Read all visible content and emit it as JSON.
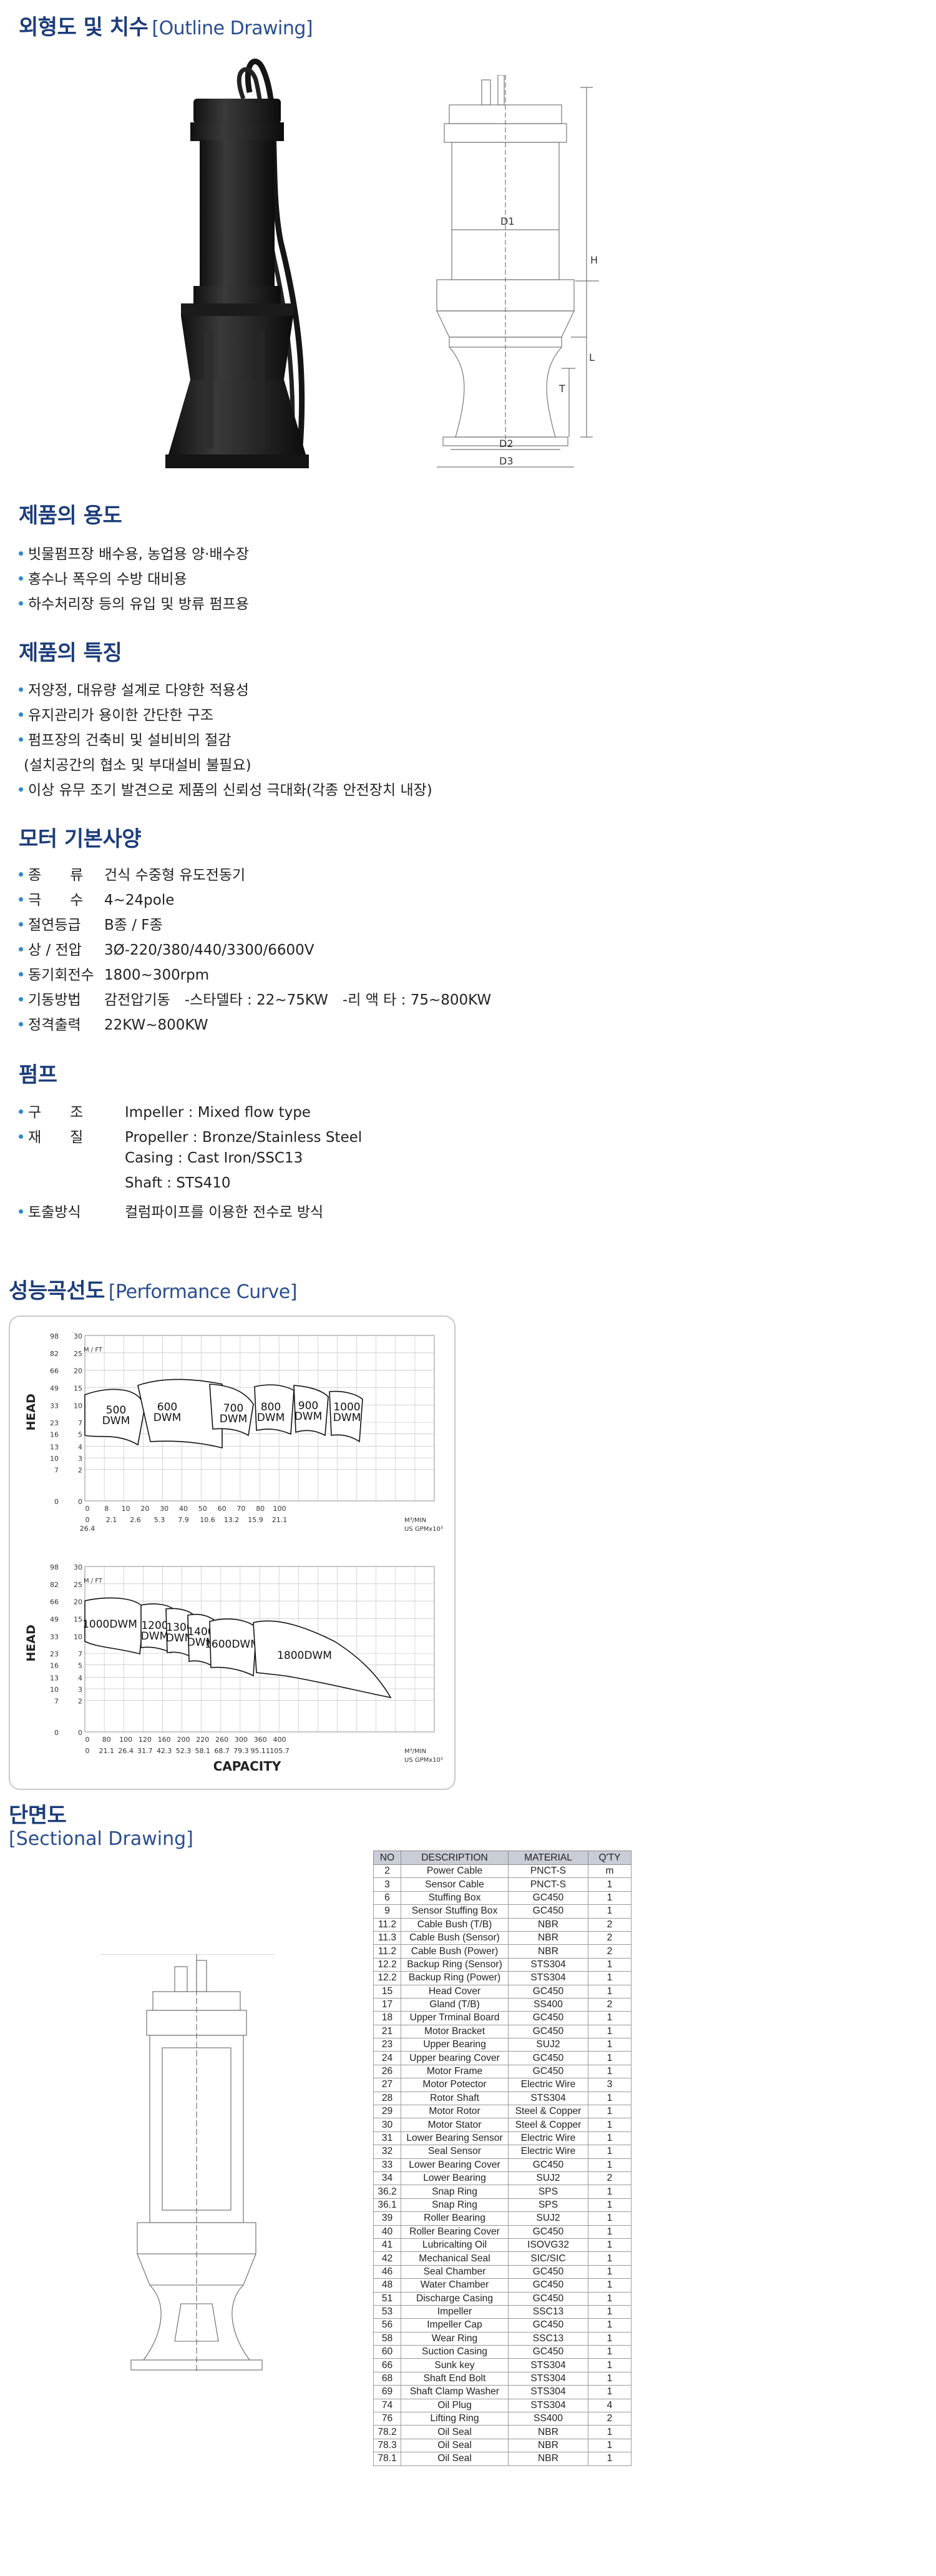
{
  "outline": {
    "title": "외형도 및 치수",
    "title_en": "[Outline Drawing]",
    "dims": {
      "d1": "D1",
      "d2": "D2",
      "d3": "D3",
      "h": "H",
      "l": "L",
      "t": "T"
    }
  },
  "usage": {
    "title": "제품의 용도",
    "items": [
      "빗물펌프장 배수용, 농업용 양·배수장",
      "홍수나 폭우의 수방 대비용",
      "하수처리장 등의 유입 및 방류 펌프용"
    ]
  },
  "features": {
    "title": "제품의 특징",
    "items": [
      "저양정, 대유량 설계로 다양한 적용성",
      "유지관리가 용이한 간단한 구조",
      "펌프장의 건축비 및 설비비의 절감",
      "(설치공간의 협소 및 부대설비 불필요)",
      "이상 유무 조기 발견으로 제품의 신뢰성 극대화(각종 안전장치 내장)"
    ]
  },
  "motor": {
    "title": "모터 기본사양",
    "rows": [
      {
        "label": "종　　류",
        "value": "건식 수중형 유도전동기"
      },
      {
        "label": "극　　수",
        "value": "4~24pole"
      },
      {
        "label": "절연등급",
        "value": "B종 / F종"
      },
      {
        "label": "상 / 전압",
        "value": "3Ø-220/380/440/3300/6600V"
      },
      {
        "label": "동기회전수",
        "value": "1800~300rpm"
      },
      {
        "label": "기동방법",
        "value": "감전압기동　-스타델타 : 22~75KW　-리 액 타 : 75~800KW"
      },
      {
        "label": "정격출력",
        "value": "22KW~800KW"
      }
    ]
  },
  "pump": {
    "title": "펌프",
    "rows": [
      {
        "label": "구　　조",
        "value": "Impeller : Mixed flow type"
      },
      {
        "label": "재　　질",
        "value": "Propeller : Bronze/Stainless Steel"
      },
      {
        "label": "",
        "value": "Casing : Cast Iron/SSC13"
      },
      {
        "label": "",
        "value": "Shaft : STS410"
      },
      {
        "label": "토출방식",
        "value": "컬럼파이프를 이용한 전수로 방식"
      }
    ]
  },
  "performance": {
    "title": "성능곡선도",
    "title_en": "[Performance Curve]"
  },
  "chart_data": [
    {
      "type": "area",
      "ylabel": "HEAD",
      "unit_y": "M / FT",
      "y_ticks_m": [
        "30",
        "25",
        "20",
        "15",
        "10",
        "7",
        "5",
        "4",
        "3",
        "2",
        "0"
      ],
      "y_ticks_ft": [
        "98",
        "82",
        "66",
        "49",
        "33",
        "23",
        "16",
        "13",
        "10",
        "7",
        "0"
      ],
      "x_ticks_m3": [
        "0",
        "8",
        "10",
        "20",
        "30",
        "40",
        "50",
        "60",
        "70",
        "80",
        "100"
      ],
      "x_ticks_gpm": [
        "0",
        "2.1",
        "2.6",
        "5.3",
        "7.9",
        "10.6",
        "13.2",
        "15.9",
        "21.1"
      ],
      "x_first_extra": "26.4",
      "x_unit": [
        "M³/MIN",
        "US GPMx10³"
      ],
      "series": [
        {
          "name": "500 DWM"
        },
        {
          "name": "600 DWM"
        },
        {
          "name": "700 DWM"
        },
        {
          "name": "800 DWM"
        },
        {
          "name": "900 DWM"
        },
        {
          "name": "1000 DWM"
        }
      ]
    },
    {
      "type": "area",
      "ylabel": "HEAD",
      "xlabel": "CAPACITY",
      "unit_y": "M / FT",
      "y_ticks_m": [
        "30",
        "25",
        "20",
        "15",
        "10",
        "7",
        "5",
        "4",
        "3",
        "2",
        "0"
      ],
      "y_ticks_ft": [
        "98",
        "82",
        "66",
        "49",
        "33",
        "23",
        "16",
        "13",
        "10",
        "7",
        "0"
      ],
      "x_ticks_m3": [
        "0",
        "80",
        "100",
        "120",
        "160",
        "200",
        "220",
        "260",
        "300",
        "360",
        "400"
      ],
      "x_ticks_gpm": [
        "0",
        "21.1",
        "26.4",
        "31.7",
        "42.3",
        "52.3",
        "58.1",
        "68.7",
        "79.3",
        "95.11",
        "105.7"
      ],
      "x_unit": [
        "M³/MIN",
        "US GPMx10³"
      ],
      "series": [
        {
          "name": "1000DWM"
        },
        {
          "name": "1200 DWM"
        },
        {
          "name": "1300 DWM"
        },
        {
          "name": "1400 DWM"
        },
        {
          "name": "1600DWM"
        },
        {
          "name": "1800DWM"
        }
      ]
    }
  ],
  "sectional": {
    "title": "단면도",
    "title_en": "[Sectional Drawing]",
    "headers": [
      "NO",
      "DESCRIPTION",
      "MATERIAL",
      "Q'TY"
    ],
    "rows": [
      [
        "2",
        "Power Cable",
        "PNCT-S",
        "m"
      ],
      [
        "3",
        "Sensor Cable",
        "PNCT-S",
        "1"
      ],
      [
        "6",
        "Stuffing Box",
        "GC450",
        "1"
      ],
      [
        "9",
        "Sensor Stuffing Box",
        "GC450",
        "1"
      ],
      [
        "11.2",
        "Cable Bush (T/B)",
        "NBR",
        "2"
      ],
      [
        "11.3",
        "Cable Bush (Sensor)",
        "NBR",
        "2"
      ],
      [
        "11.2",
        "Cable Bush (Power)",
        "NBR",
        "2"
      ],
      [
        "12.2",
        "Backup Ring (Sensor)",
        "STS304",
        "1"
      ],
      [
        "12.2",
        "Backup Ring (Power)",
        "STS304",
        "1"
      ],
      [
        "15",
        "Head Cover",
        "GC450",
        "1"
      ],
      [
        "17",
        "Gland (T/B)",
        "SS400",
        "2"
      ],
      [
        "18",
        "Upper Trminal Board",
        "GC450",
        "1"
      ],
      [
        "21",
        "Motor Bracket",
        "GC450",
        "1"
      ],
      [
        "23",
        "Upper Bearing",
        "SUJ2",
        "1"
      ],
      [
        "24",
        "Upper bearing Cover",
        "GC450",
        "1"
      ],
      [
        "26",
        "Motor Frame",
        "GC450",
        "1"
      ],
      [
        "27",
        "Motor Potector",
        "Electric Wire",
        "3"
      ],
      [
        "28",
        "Rotor Shaft",
        "STS304",
        "1"
      ],
      [
        "29",
        "Motor Rotor",
        "Steel & Copper",
        "1"
      ],
      [
        "30",
        "Motor Stator",
        "Steel & Copper",
        "1"
      ],
      [
        "31",
        "Lower Bearing Sensor",
        "Electric Wire",
        "1"
      ],
      [
        "32",
        "Seal Sensor",
        "Electric Wire",
        "1"
      ],
      [
        "33",
        "Lower Bearing Cover",
        "GC450",
        "1"
      ],
      [
        "34",
        "Lower Bearing",
        "SUJ2",
        "2"
      ],
      [
        "36.2",
        "Snap Ring",
        "SPS",
        "1"
      ],
      [
        "36.1",
        "Snap Ring",
        "SPS",
        "1"
      ],
      [
        "39",
        "Roller Bearing",
        "SUJ2",
        "1"
      ],
      [
        "40",
        "Roller Bearing Cover",
        "GC450",
        "1"
      ],
      [
        "41",
        "Lubricalting Oil",
        "ISOVG32",
        "1"
      ],
      [
        "42",
        "Mechanical Seal",
        "SIC/SIC",
        "1"
      ],
      [
        "46",
        "Seal Chamber",
        "GC450",
        "1"
      ],
      [
        "48",
        "Water Chamber",
        "GC450",
        "1"
      ],
      [
        "51",
        "Discharge Casing",
        "GC450",
        "1"
      ],
      [
        "53",
        "Impeller",
        "SSC13",
        "1"
      ],
      [
        "56",
        "Impeller Cap",
        "GC450",
        "1"
      ],
      [
        "58",
        "Wear Ring",
        "SSC13",
        "1"
      ],
      [
        "60",
        "Suction Casing",
        "GC450",
        "1"
      ],
      [
        "66",
        "Sunk key",
        "STS304",
        "1"
      ],
      [
        "68",
        "Shaft End Bolt",
        "STS304",
        "1"
      ],
      [
        "69",
        "Shaft Clamp Washer",
        "STS304",
        "1"
      ],
      [
        "74",
        "Oil Plug",
        "STS304",
        "4"
      ],
      [
        "76",
        "Lifting Ring",
        "SS400",
        "2"
      ],
      [
        "78.2",
        "Oil Seal",
        "NBR",
        "1"
      ],
      [
        "78.3",
        "Oil Seal",
        "NBR",
        "1"
      ],
      [
        "78.1",
        "Oil Seal",
        "NBR",
        "1"
      ]
    ]
  }
}
